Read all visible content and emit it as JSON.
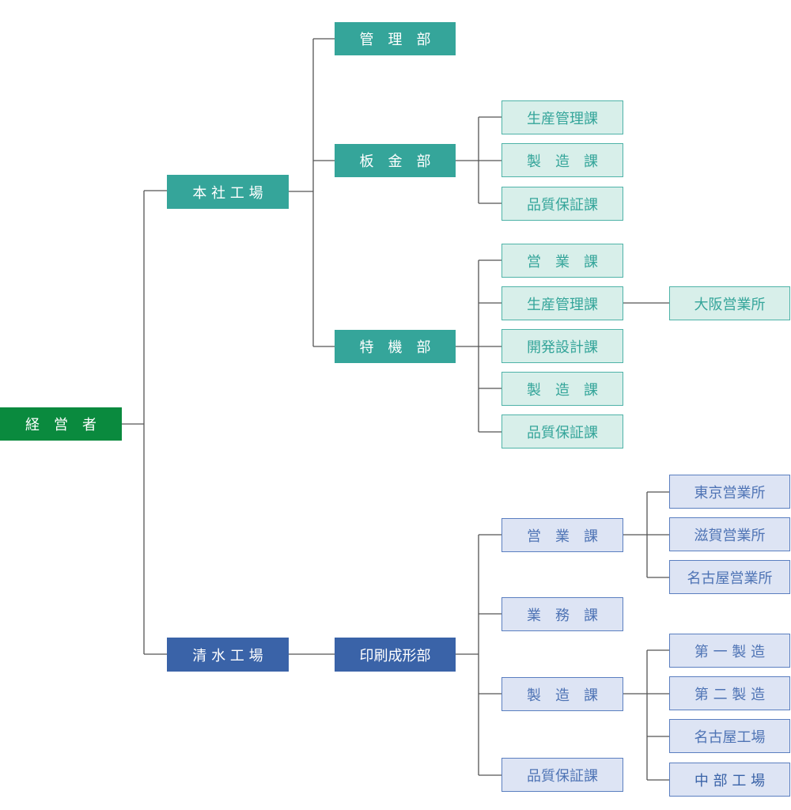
{
  "executive": "経　営　者",
  "honsha": {
    "label": "本 社 工 場",
    "kanri": "管　理　部",
    "bankin": {
      "label": "板　金　部",
      "sections": [
        "生産管理課",
        "製　造　課",
        "品質保証課"
      ]
    },
    "tokki": {
      "label": "特　機　部",
      "sections": [
        "営　業　課",
        "生産管理課",
        "開発設計課",
        "製　造　課",
        "品質保証課"
      ],
      "osaka": "大阪営業所"
    }
  },
  "shimizu": {
    "label": "清 水 工 場",
    "insatsu": {
      "label": "印刷成形部",
      "sales": {
        "label": "営　業　課",
        "offices": [
          "東京営業所",
          "滋賀営業所",
          "名古屋営業所"
        ]
      },
      "gyomu": "業　務　課",
      "seizo": {
        "label": "製　造　課",
        "plants": [
          "第 一 製 造",
          "第 二 製 造",
          "名古屋工場",
          "中 部 工 場"
        ]
      },
      "qa": "品質保証課"
    }
  },
  "colors": {
    "exec": "#0a8a3e",
    "teal_dark": "#35a59a",
    "teal_light": "#d8efea",
    "blue_dark": "#3a63a8",
    "blue_light": "#dde4f4",
    "line": "#555555"
  }
}
